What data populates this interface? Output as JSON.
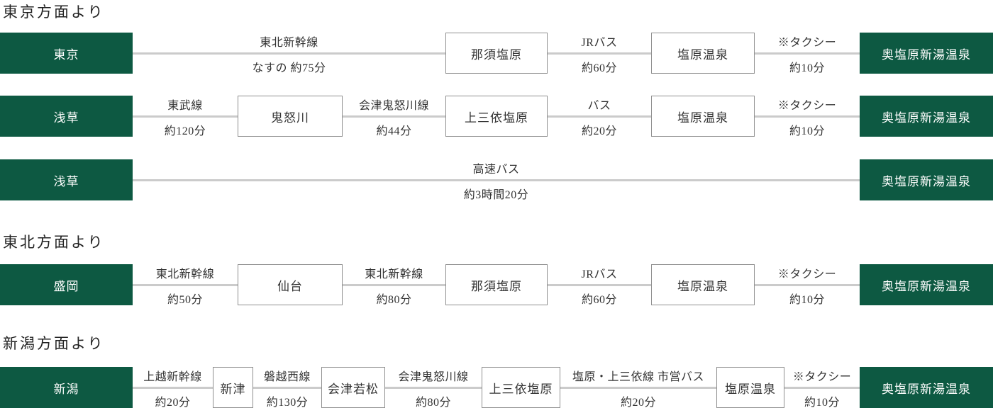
{
  "colors": {
    "green": "#0d5942",
    "line": "#cbcbcb",
    "box_border": "#8f8f8f",
    "text": "#333333"
  },
  "destination": "奥塩原新湯温泉",
  "sections": [
    {
      "heading": "東京方面より",
      "routes": [
        {
          "from": "東京",
          "to": "奥塩原新湯温泉",
          "segments": [
            {
              "type": "edge",
              "line1": "東北新幹線",
              "line2": "なすの 約75分"
            },
            {
              "type": "station",
              "name": "那須塩原"
            },
            {
              "type": "edge",
              "line1": "JRバス",
              "line2": "約60分"
            },
            {
              "type": "station",
              "name": "塩原温泉"
            },
            {
              "type": "edge",
              "line1": "※タクシー",
              "line2": "約10分"
            }
          ]
        },
        {
          "from": "浅草",
          "to": "奥塩原新湯温泉",
          "segments": [
            {
              "type": "edge",
              "line1": "東武線",
              "line2": "約120分"
            },
            {
              "type": "station",
              "name": "鬼怒川"
            },
            {
              "type": "edge",
              "line1": "会津鬼怒川線",
              "line2": "約44分"
            },
            {
              "type": "station",
              "name": "上三依塩原"
            },
            {
              "type": "edge",
              "line1": "バス",
              "line2": "約20分"
            },
            {
              "type": "station",
              "name": "塩原温泉"
            },
            {
              "type": "edge",
              "line1": "※タクシー",
              "line2": "約10分"
            }
          ]
        },
        {
          "from": "浅草",
          "to": "奥塩原新湯温泉",
          "segments": [
            {
              "type": "edge",
              "line1": "高速バス",
              "line2": "約3時間20分"
            }
          ]
        }
      ]
    },
    {
      "heading": "東北方面より",
      "routes": [
        {
          "from": "盛岡",
          "to": "奥塩原新湯温泉",
          "segments": [
            {
              "type": "edge",
              "line1": "東北新幹線",
              "line2": "約50分"
            },
            {
              "type": "station",
              "name": "仙台"
            },
            {
              "type": "edge",
              "line1": "東北新幹線",
              "line2": "約80分"
            },
            {
              "type": "station",
              "name": "那須塩原"
            },
            {
              "type": "edge",
              "line1": "JRバス",
              "line2": "約60分"
            },
            {
              "type": "station",
              "name": "塩原温泉"
            },
            {
              "type": "edge",
              "line1": "※タクシー",
              "line2": "約10分"
            }
          ]
        }
      ]
    },
    {
      "heading": "新潟方面より",
      "routes": [
        {
          "from": "新潟",
          "to": "奥塩原新湯温泉",
          "segments": [
            {
              "type": "edge",
              "line1": "上越新幹線",
              "line2": "約20分"
            },
            {
              "type": "station",
              "name": "新津"
            },
            {
              "type": "edge",
              "line1": "磐越西線",
              "line2": "約130分"
            },
            {
              "type": "station",
              "name": "会津若松"
            },
            {
              "type": "edge",
              "line1": "会津鬼怒川線",
              "line2": "約80分"
            },
            {
              "type": "station",
              "name": "上三依塩原"
            },
            {
              "type": "edge",
              "line1": "塩原・上三依線 市営バス",
              "line2": "約20分"
            },
            {
              "type": "station",
              "name": "塩原温泉"
            },
            {
              "type": "edge",
              "line1": "※タクシー",
              "line2": "約10分"
            }
          ]
        }
      ]
    }
  ]
}
